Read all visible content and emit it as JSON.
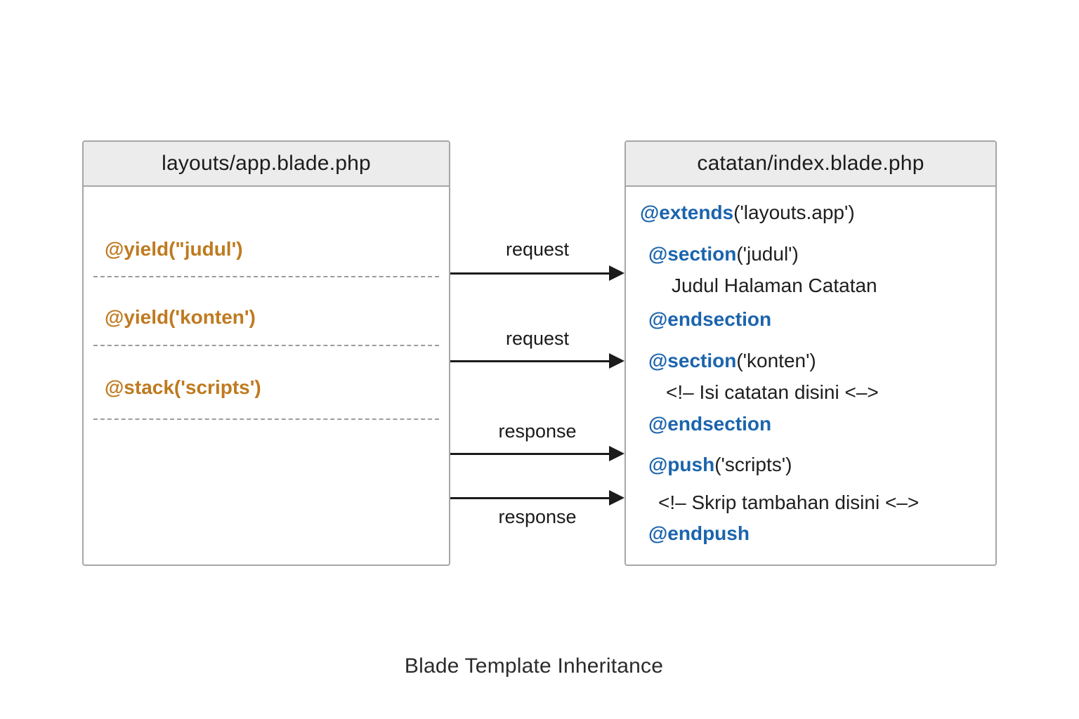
{
  "caption": "Blade Template Inheritance",
  "left_panel": {
    "title": "layouts/app.blade.php",
    "lines": [
      {
        "text": "@yield(\"judul')"
      },
      {
        "text": "@yield('konten')"
      },
      {
        "text": "@stack('scripts')"
      }
    ]
  },
  "right_panel": {
    "title": "catatan/index.blade.php",
    "lines": [
      {
        "directive": "@extends",
        "args": "('layouts.app')"
      },
      {
        "directive": "@section",
        "args": "('judul')"
      },
      {
        "text": "Judul Halaman Catatan"
      },
      {
        "directive": "@endsection"
      },
      {
        "directive": "@section",
        "args": "('konten')"
      },
      {
        "text": "<!– Isi catatan disini <–>"
      },
      {
        "directive": "@endsection"
      },
      {
        "directive": "@push",
        "args": "('scripts')"
      },
      {
        "text": "<!– Skrip tambahan disini <–>"
      },
      {
        "directive": "@endpush"
      }
    ]
  },
  "arrows": [
    {
      "label": "request"
    },
    {
      "label": "request"
    },
    {
      "label": "response"
    },
    {
      "label": "response"
    }
  ],
  "colors": {
    "directive_blue": "#1b64ad",
    "yield_orange": "#bf7a1f",
    "text_dark": "#1e1e1e",
    "header_bg": "#ececec",
    "border_gray": "#a6a6a6",
    "arrow_black": "#1c1c1c",
    "dash_gray": "#9c9c9c",
    "page_bg": "#ffffff"
  }
}
